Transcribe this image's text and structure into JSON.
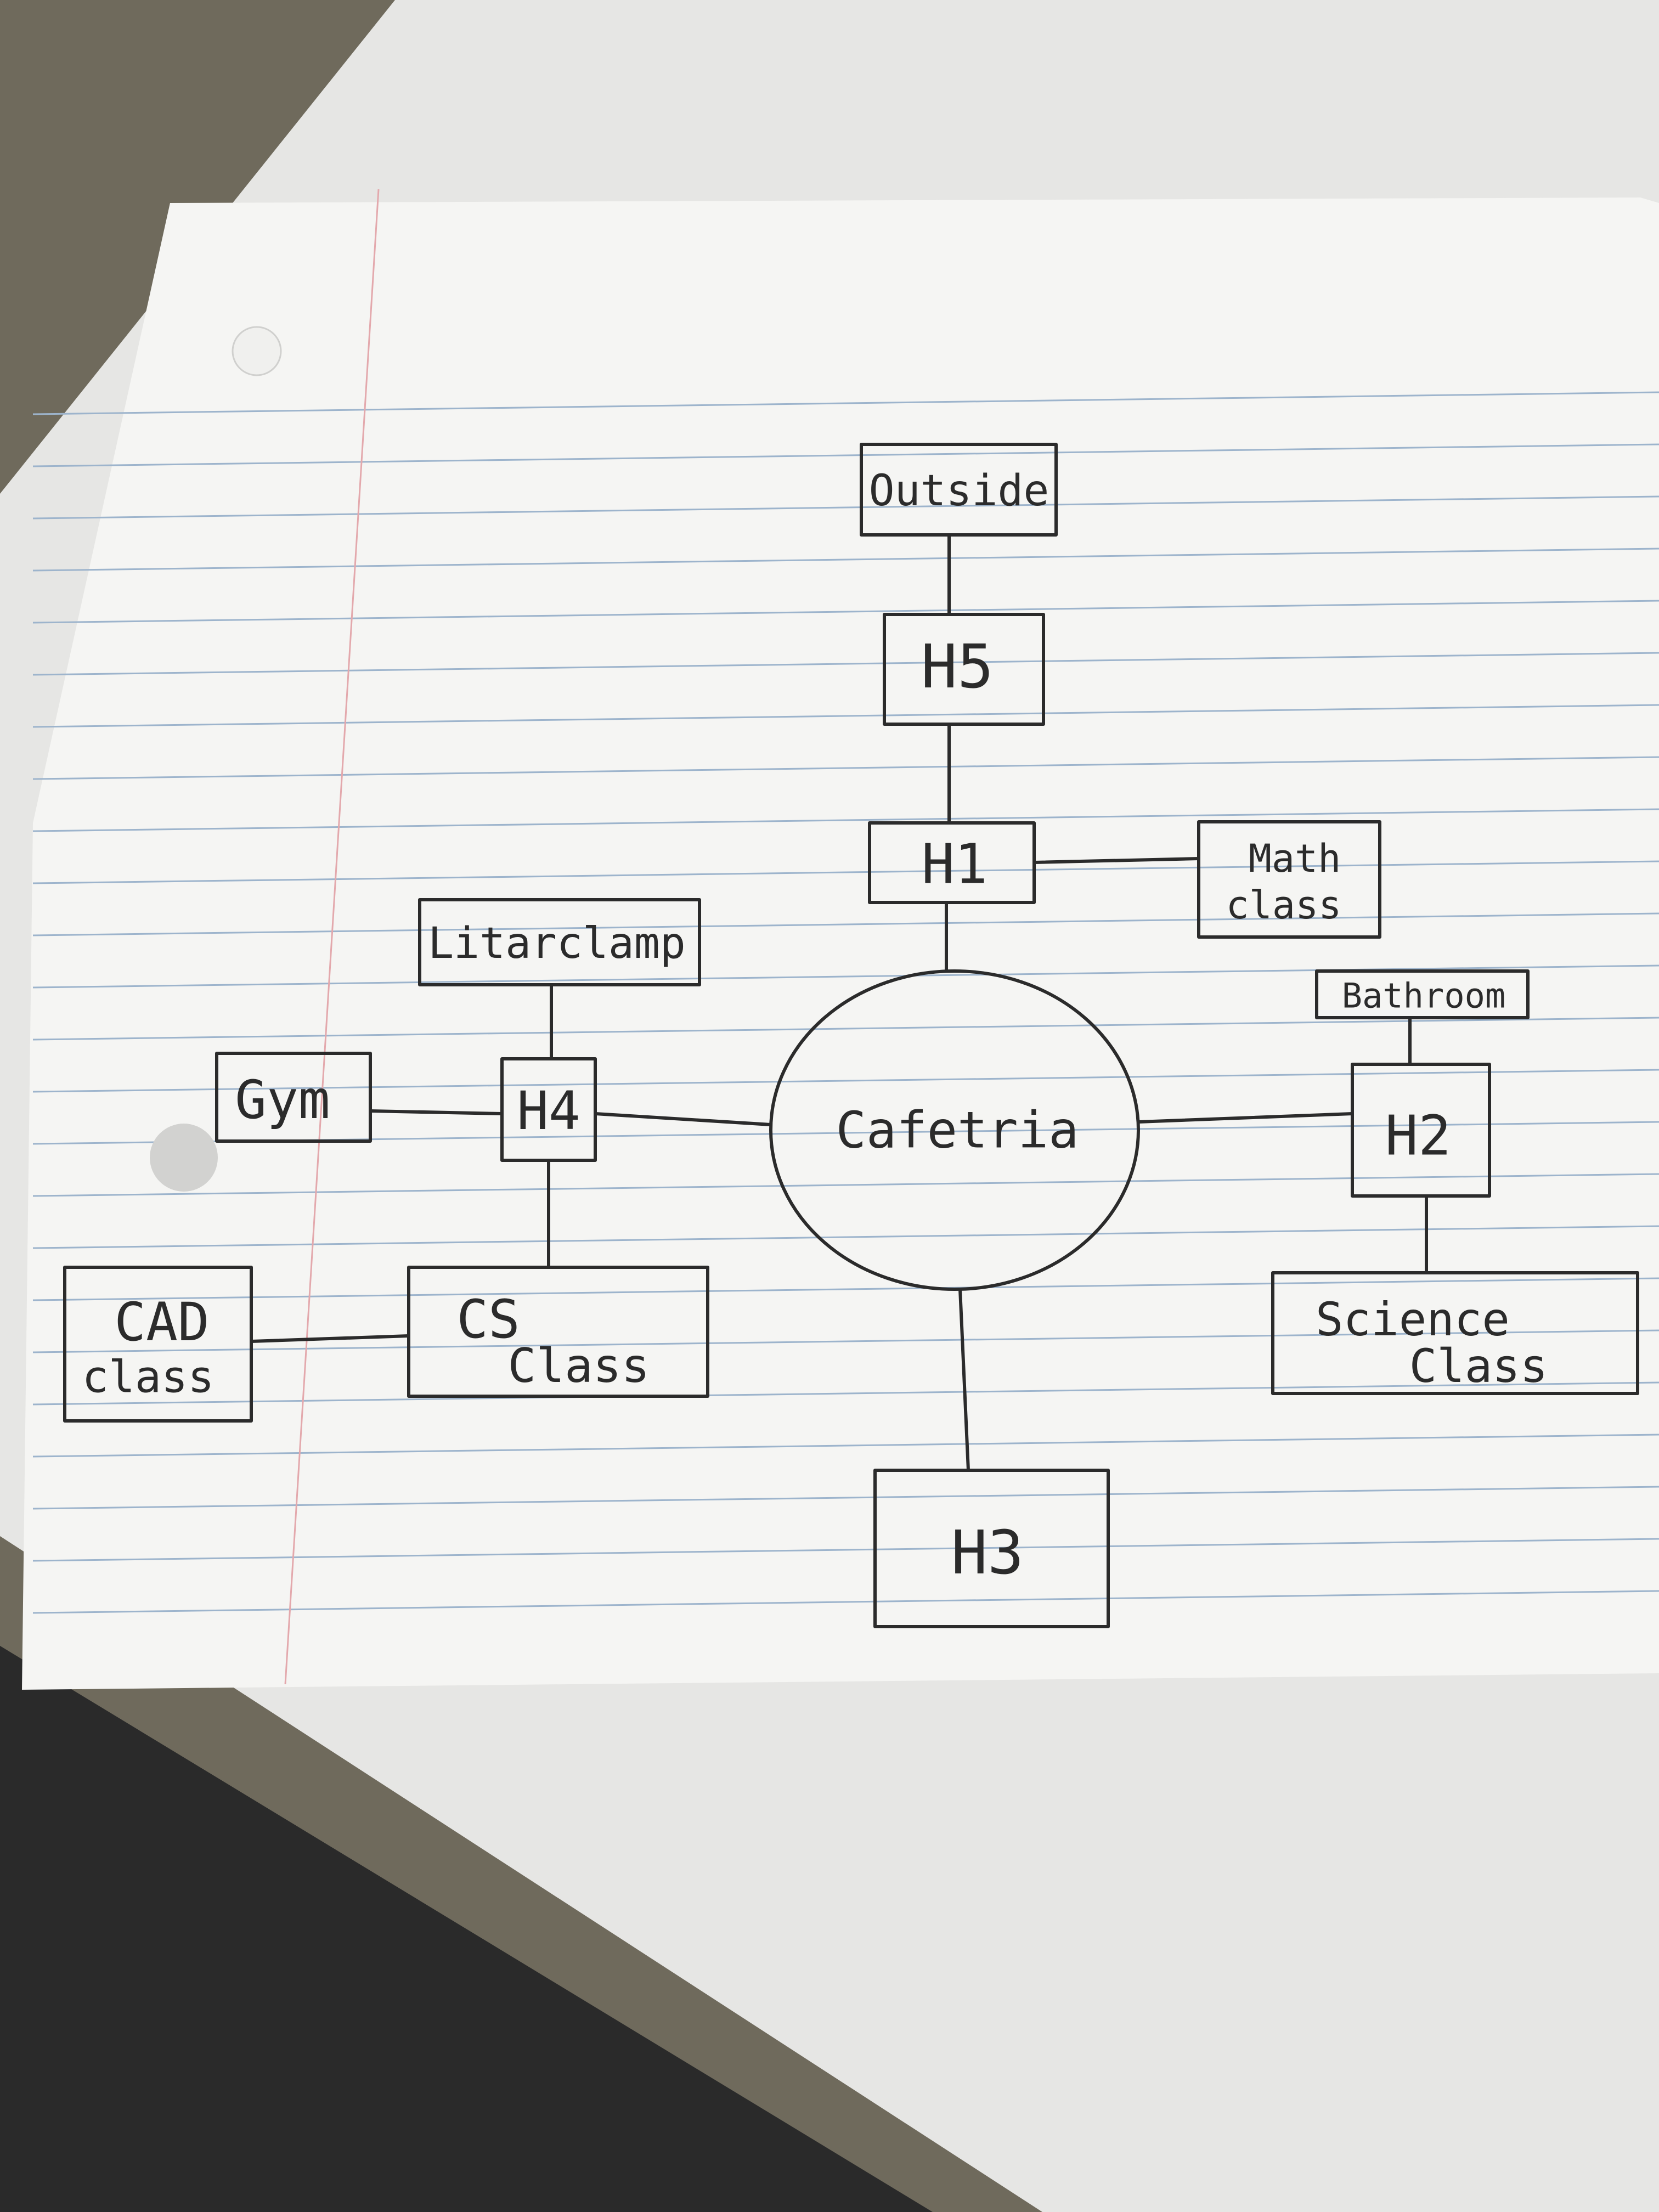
{
  "diagram": {
    "nodes": {
      "outside": {
        "lines": [
          "Outside"
        ]
      },
      "h5": {
        "lines": [
          "H5"
        ]
      },
      "h1": {
        "lines": [
          "H1"
        ]
      },
      "math": {
        "lines": [
          "Math",
          "class"
        ]
      },
      "library": {
        "lines": [
          "Litarclamp"
        ]
      },
      "bathroom": {
        "lines": [
          "Bathroom"
        ]
      },
      "gym": {
        "lines": [
          "Gym"
        ]
      },
      "h4": {
        "lines": [
          "H4"
        ]
      },
      "cafeteria": {
        "lines": [
          "Cafetria"
        ]
      },
      "h2": {
        "lines": [
          "H2"
        ]
      },
      "cad": {
        "lines": [
          "CAD",
          "class"
        ]
      },
      "cs": {
        "lines": [
          "CS",
          "Class"
        ]
      },
      "science": {
        "lines": [
          "Science",
          "Class"
        ]
      },
      "h3": {
        "lines": [
          "H3"
        ]
      }
    },
    "edges": [
      [
        "outside",
        "h5"
      ],
      [
        "h5",
        "h1"
      ],
      [
        "h1",
        "math"
      ],
      [
        "h1",
        "cafeteria"
      ],
      [
        "library",
        "h4"
      ],
      [
        "gym",
        "h4"
      ],
      [
        "h4",
        "cafeteria"
      ],
      [
        "h4",
        "cs"
      ],
      [
        "cad",
        "cs"
      ],
      [
        "cafeteria",
        "h2"
      ],
      [
        "bathroom",
        "h2"
      ],
      [
        "h2",
        "science"
      ],
      [
        "cafeteria",
        "h3"
      ]
    ]
  },
  "colors": {
    "ink": "#2b2b2b",
    "paper": "#f4f4f2",
    "rule_line": "#9db4cc",
    "margin_line": "#e3a8ac",
    "table": "#e8e8e6",
    "background": "#6f6a5c"
  }
}
